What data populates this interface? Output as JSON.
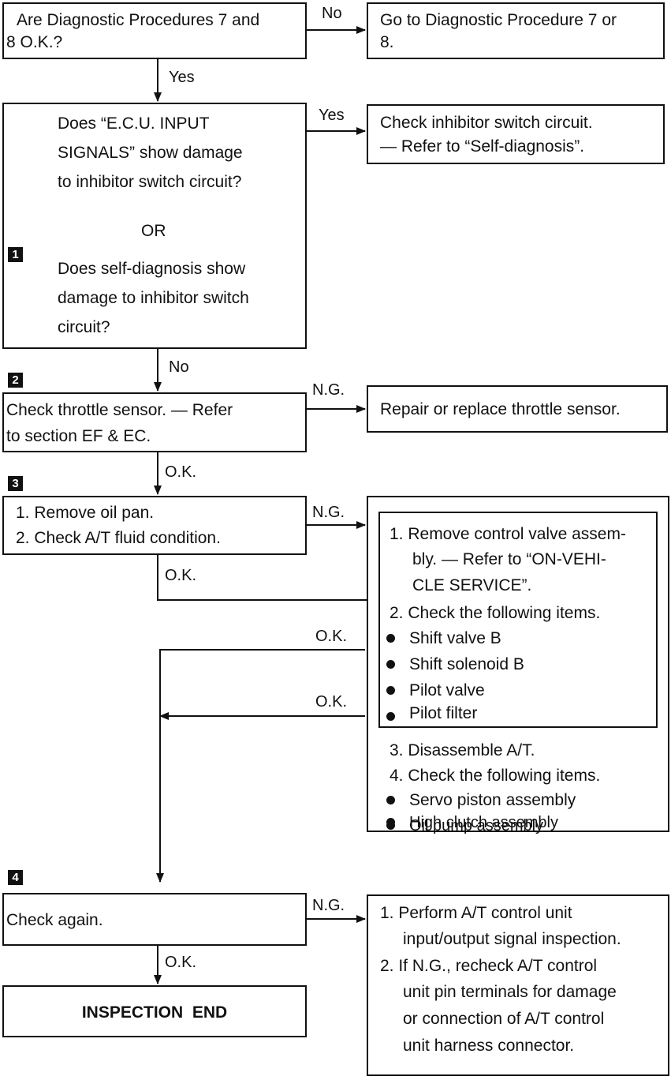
{
  "q1": {
    "text": [
      "Are Diagnostic Procedures 7 and",
      "8 O.K.?"
    ]
  },
  "a1": {
    "text": [
      "Go to Diagnostic Procedure 7 or",
      "8."
    ]
  },
  "q2": {
    "consult_text": [
      "Does “E.C.U. INPUT",
      "SIGNALS” show damage",
      "to inhibitor switch circuit?"
    ],
    "or_label": "OR",
    "step_num": "1",
    "self_text": [
      "Does self-diagnosis show",
      "damage to inhibitor switch",
      "circuit?"
    ]
  },
  "a2": {
    "text": [
      "Check inhibitor switch circuit.",
      "— Refer to “Self-diagnosis”."
    ]
  },
  "q3": {
    "step_num": "2",
    "text": [
      "Check throttle sensor. — Refer",
      "to section EF & EC."
    ]
  },
  "a3": {
    "text": [
      "Repair or replace throttle sensor."
    ]
  },
  "q4": {
    "step_num": "3",
    "text": [
      "1.  Remove oil pan.",
      "2.  Check A/T fluid condition."
    ]
  },
  "a4": {
    "inner": [
      "1.  Remove control valve assem-",
      "bly. — Refer to “ON-VEHI-",
      "CLE SERVICE”.",
      "2.  Check the following items."
    ],
    "inner_bullets": [
      "Shift valve B",
      "Shift solenoid B",
      "Pilot valve",
      "Pilot filter"
    ],
    "outer": [
      "3.  Disassemble A/T.",
      "4.  Check the following items."
    ],
    "outer_bullets": [
      "Servo piston assembly",
      "High clutch assembly",
      "Oil pump assembly"
    ]
  },
  "q5": {
    "step_num": "4",
    "text": [
      "Check again."
    ]
  },
  "a5": {
    "text": [
      "1.  Perform A/T control unit",
      "input/output signal inspection.",
      "2.  If N.G., recheck A/T control",
      "unit pin terminals for damage",
      "or connection of A/T control",
      "unit harness connector."
    ]
  },
  "end": {
    "text": "INSPECTION  END"
  },
  "labels": {
    "no": "No",
    "yes": "Yes",
    "ng": "N.G.",
    "ok": "O.K."
  }
}
